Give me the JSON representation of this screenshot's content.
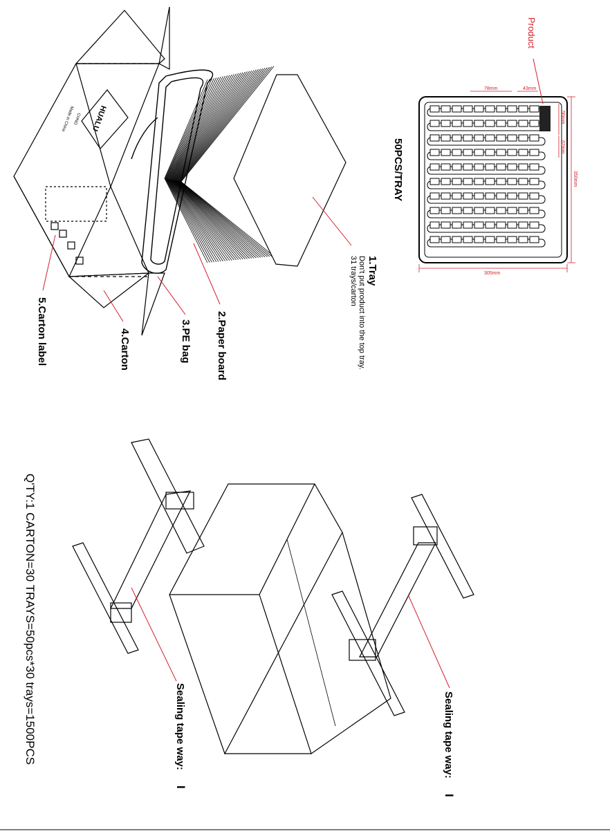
{
  "tray_diagram": {
    "pcs_per_tray": "50PCS/TRAY",
    "product_label": "Product",
    "dim_78": "78mm",
    "dim_43": "43mm",
    "dim_56": "56mm",
    "dim_62": "62mm",
    "dim_350": "350mm",
    "dim_305": "305mm"
  },
  "carton_diagram": {
    "brand": "HUALU",
    "made_in_1": "CHNO",
    "made_in_2": "Made in China",
    "callouts": [
      {
        "title": "1.Tray",
        "lines": [
          "Don't put product into the top tray.",
          "31 trays/carton"
        ]
      },
      {
        "title": "2.Paper board",
        "lines": []
      },
      {
        "title": "3.PE bag",
        "lines": []
      },
      {
        "title": "4.Carton",
        "lines": []
      },
      {
        "title": "5.Carton label",
        "lines": []
      }
    ]
  },
  "sealing": {
    "label_right": "Sealing tape way:",
    "label_left": "Sealing tape way:",
    "symbol": "I"
  },
  "quantity_note": "Q'TY:1 CARTON=30 TRAYS=50pcs*30 trays=1500PCS",
  "colors": {
    "accent": "#d21f2a",
    "ink": "#000000"
  }
}
